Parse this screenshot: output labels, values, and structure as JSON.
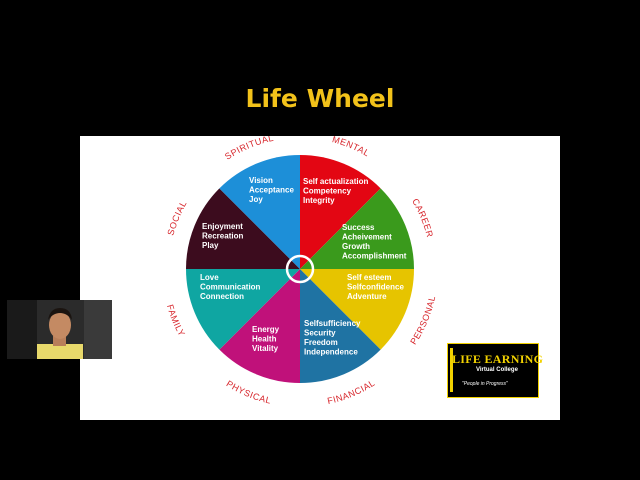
{
  "title": "Life Wheel",
  "wheel": {
    "segments": [
      {
        "id": "mental",
        "color": "#e30613",
        "lines": [
          "Self actualization",
          "Competency",
          "Integrity"
        ]
      },
      {
        "id": "career",
        "color": "#3a9a1c",
        "lines": [
          "Success",
          "Acheivement",
          "Growth",
          "Accomplishment"
        ]
      },
      {
        "id": "personal",
        "color": "#e6c400",
        "lines": [
          "Self esteem",
          "Selfconfidence",
          "Adventure"
        ]
      },
      {
        "id": "financial",
        "color": "#1f73a3",
        "lines": [
          "Selfsufficiency",
          "Security",
          "Freedom",
          "Independence"
        ]
      },
      {
        "id": "physical",
        "color": "#c0117a",
        "lines": [
          "Energy",
          "Health",
          "Vitality"
        ]
      },
      {
        "id": "family",
        "color": "#0fa6a2",
        "lines": [
          "Love",
          "Communication",
          "Connection"
        ]
      },
      {
        "id": "social",
        "color": "#3c0c1e",
        "lines": [
          "Enjoyment",
          "Recreation",
          "Play"
        ]
      },
      {
        "id": "spiritual",
        "color": "#1d8fd8",
        "lines": [
          "Vision",
          "Acceptance",
          "Joy"
        ]
      }
    ],
    "outer_labels": [
      "MENTAL",
      "CAREER",
      "PERSONAL",
      "FINANCIAL",
      "PHYSICAL",
      "FAMILY",
      "SOCIAL",
      "SPIRITUAL"
    ]
  },
  "logo": {
    "name": "LIFE EARNING",
    "subtitle": "Virtual College",
    "tagline": "\"People in Progress\""
  },
  "colors": {
    "title": "#f2c21a",
    "background": "#000000",
    "label_red": "#d7262c"
  }
}
